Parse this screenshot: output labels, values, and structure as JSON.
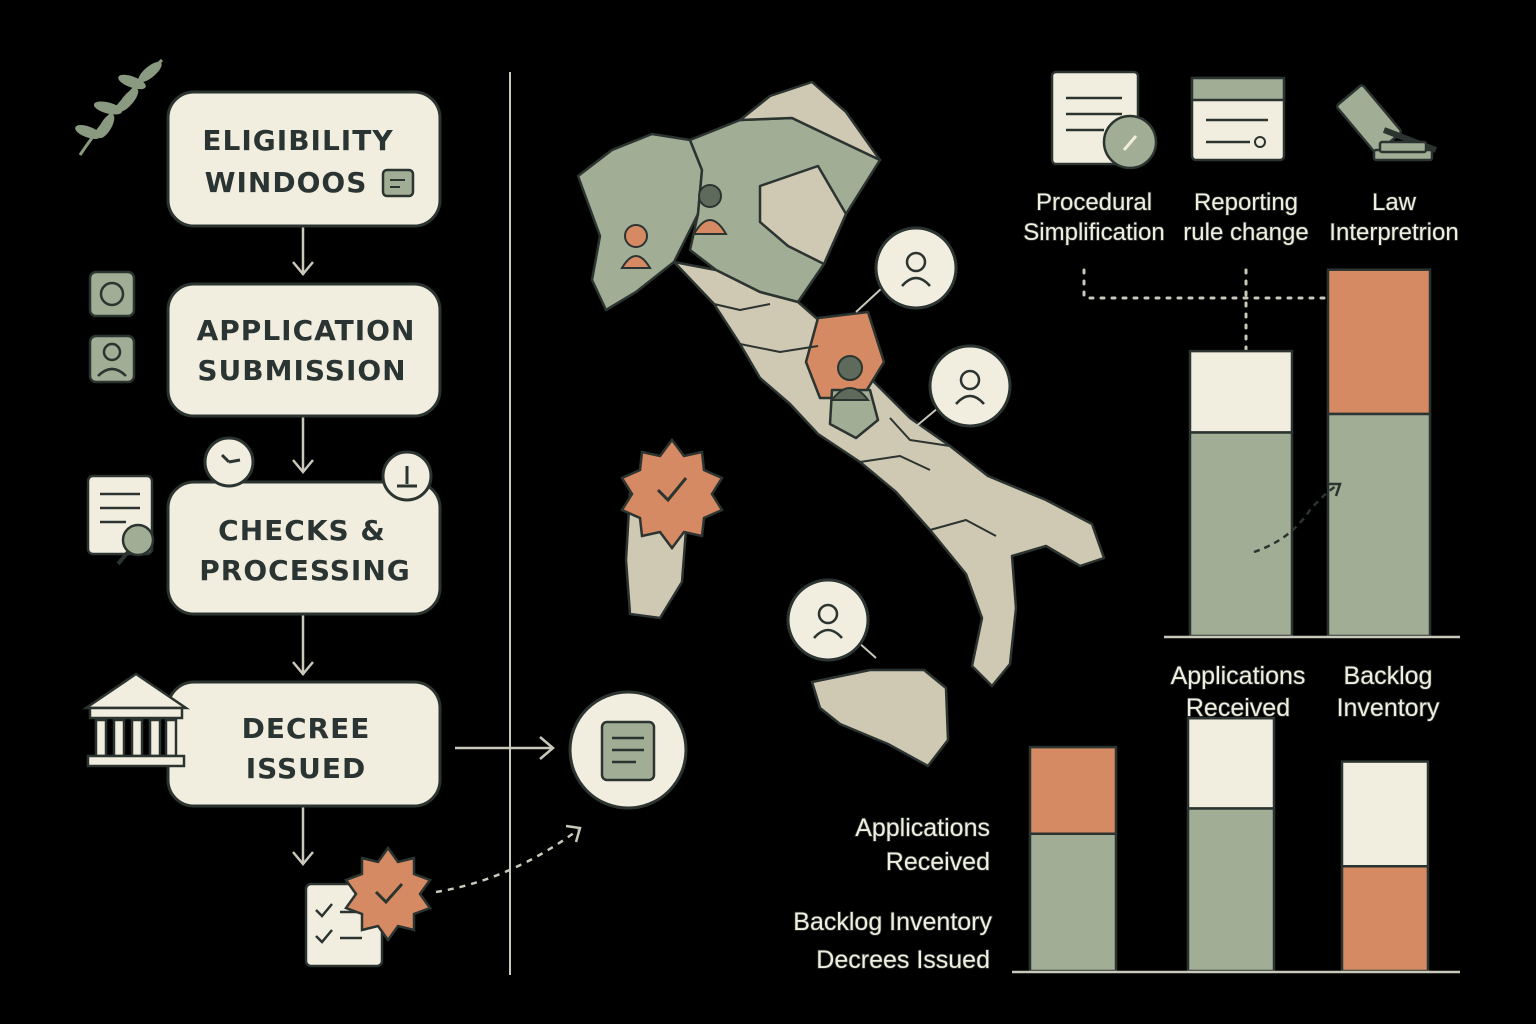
{
  "flow": {
    "steps": [
      {
        "line1": "ELIGIBILITY",
        "line2": "WINDOOS"
      },
      {
        "line1": "APPLICATION",
        "line2": "SUBMISSION"
      },
      {
        "line1": "CHECKS &",
        "line2": "PROCESSING"
      },
      {
        "line1": "DECREE",
        "line2": "ISSUED"
      }
    ]
  },
  "factors": [
    {
      "line1": "Procedural",
      "line2": "Simplification",
      "icon": "document-check-icon"
    },
    {
      "line1": "Reporting",
      "line2": "rule change",
      "icon": "form-icon"
    },
    {
      "line1": "Law",
      "line2": "Interpretrion",
      "icon": "gavel-icon"
    }
  ],
  "top_chart": {
    "labels": [
      {
        "line1": "Applications",
        "line2": "Received"
      },
      {
        "line1": "Backlog",
        "line2": "Inventory"
      }
    ]
  },
  "bottom_chart": {
    "labels": [
      {
        "line1": "Applications",
        "line2": "Received"
      },
      {
        "line1": "Backlog Inventory",
        "line2": "Decrees Issued"
      }
    ]
  },
  "chart_data": [
    {
      "type": "bar",
      "stacked": true,
      "categories": [
        "Applications Received",
        "Backlog Inventory"
      ],
      "series": [
        {
          "color": "#a1ad95",
          "values": [
            55,
            60
          ]
        },
        {
          "color": "#d58a63",
          "values": [
            0,
            39
          ]
        },
        {
          "color": "#f2eedf",
          "values": [
            22,
            0
          ]
        }
      ],
      "ylim": [
        0,
        100
      ]
    },
    {
      "type": "bar",
      "stacked": true,
      "categories": [
        "",
        "",
        ""
      ],
      "series": [
        {
          "color": "#a1ad95",
          "values": [
            38,
            45,
            0
          ]
        },
        {
          "color": "#d58a63",
          "values": [
            24,
            0,
            29
          ]
        },
        {
          "color": "#f2eedf",
          "values": [
            0,
            25,
            29
          ]
        }
      ],
      "ylim": [
        0,
        72
      ]
    }
  ],
  "colors": {
    "cream": "#f2eedf",
    "sage": "#a1ad95",
    "terracotta": "#d58a63",
    "dark": "#2b3430",
    "background": "#000000"
  }
}
